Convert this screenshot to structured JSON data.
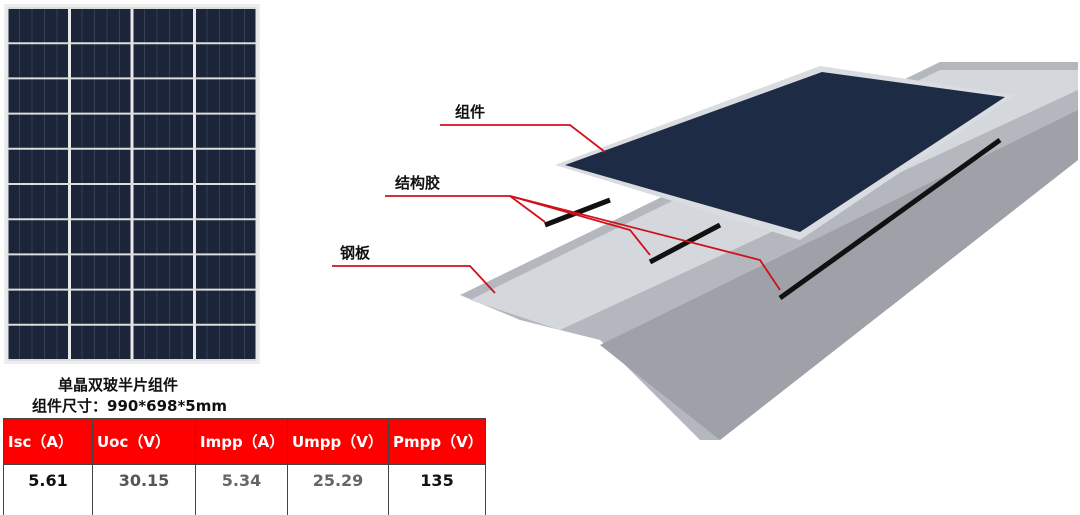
{
  "caption": {
    "title": "单晶双玻半片组件",
    "size": "组件尺寸：990*698*5mm"
  },
  "table": {
    "headers": [
      "Isc（A）",
      "Uoc（V）",
      "Impp（A）",
      "Umpp（V）",
      "Pmpp（V）"
    ],
    "values": [
      "5.61",
      "30.15",
      "5.34",
      "25.29",
      "135"
    ]
  },
  "labels": {
    "module": "组件",
    "adhesive": "结构胶",
    "steel": "钢板"
  },
  "colors": {
    "header": "#ff0000",
    "panel": "#1b2438",
    "steel": "#a9adb3",
    "leader": "#d0101a"
  }
}
